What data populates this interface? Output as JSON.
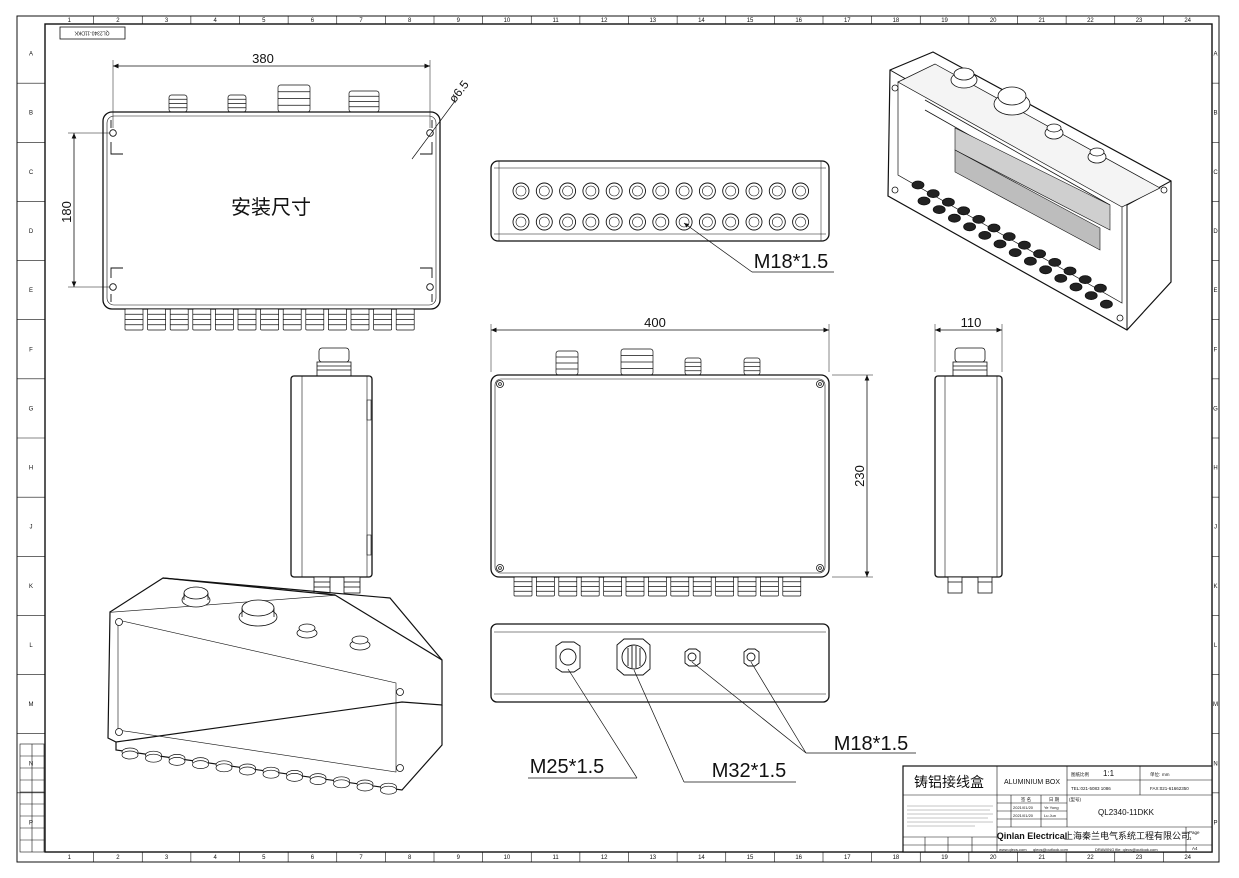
{
  "drawing": {
    "code_box": "QL2340-11DKK",
    "border_numbers": [
      "1",
      "2",
      "3",
      "4",
      "5",
      "6",
      "7",
      "8",
      "9",
      "10",
      "11",
      "12",
      "13",
      "14",
      "15",
      "16",
      "17",
      "18",
      "19",
      "20",
      "21",
      "22",
      "23",
      "24"
    ],
    "border_letters": [
      "A",
      "B",
      "C",
      "D",
      "E",
      "F",
      "G",
      "H",
      "J",
      "K",
      "L",
      "M",
      "N",
      "P"
    ],
    "mounting_text": "安装尺寸",
    "dims": {
      "mount_width": "380",
      "mount_height": "180",
      "hole_dia": "ø6.5",
      "box_width": "400",
      "box_height": "230",
      "box_depth": "110"
    },
    "callouts": {
      "side_thread": "M18*1.5",
      "thread_m25": "M25*1.5",
      "thread_m32": "M32*1.5",
      "thread_m18_top": "M18*1.5"
    }
  },
  "title_block": {
    "title_cn": "铸铝接线盒",
    "title_en": "ALUMINIUM BOX",
    "scale_label": "图纸比例",
    "scale_value": "1:1",
    "unit_label": "单位:",
    "unit_value": "mm",
    "tel": "TEL:021-5083 1086",
    "fax": "FAX:021-61662350",
    "model_label": "(型号)",
    "model": "QL2340-11DKK",
    "company_en": "Qinlan Electrical",
    "company_cn": "上海秦兰电气系统工程有限公司",
    "page_label": "Page",
    "page_value": "1",
    "sheet": "A4",
    "row_date_1": "2021/01/20",
    "row_date_2": "2021/01/20",
    "row_name_1": "Ye Yong",
    "row_name_2": "Lu Jun",
    "col_sign": "签 名",
    "col_date": "日 期",
    "web": "www.qlecs.com",
    "email": "qlecs@outlook.com",
    "drawing_file": "DRAWING file: qlecs@outlook.com"
  }
}
